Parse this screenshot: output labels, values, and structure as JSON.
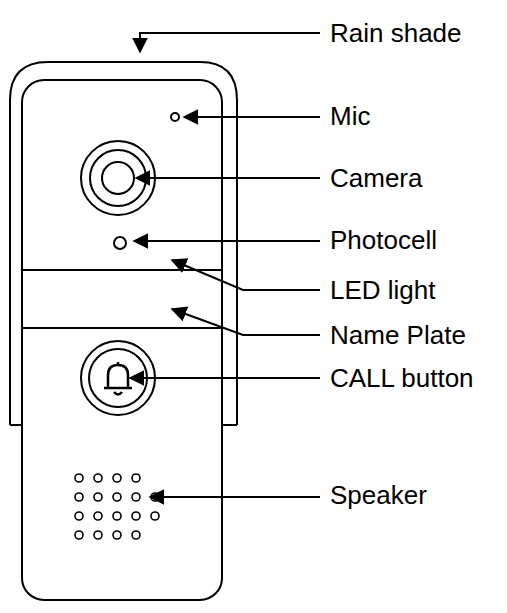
{
  "diagram": {
    "labels": [
      "Rain shade",
      "Mic",
      "Camera",
      "Photocell",
      "LED light",
      "Name Plate",
      "CALL button",
      "Speaker"
    ]
  }
}
